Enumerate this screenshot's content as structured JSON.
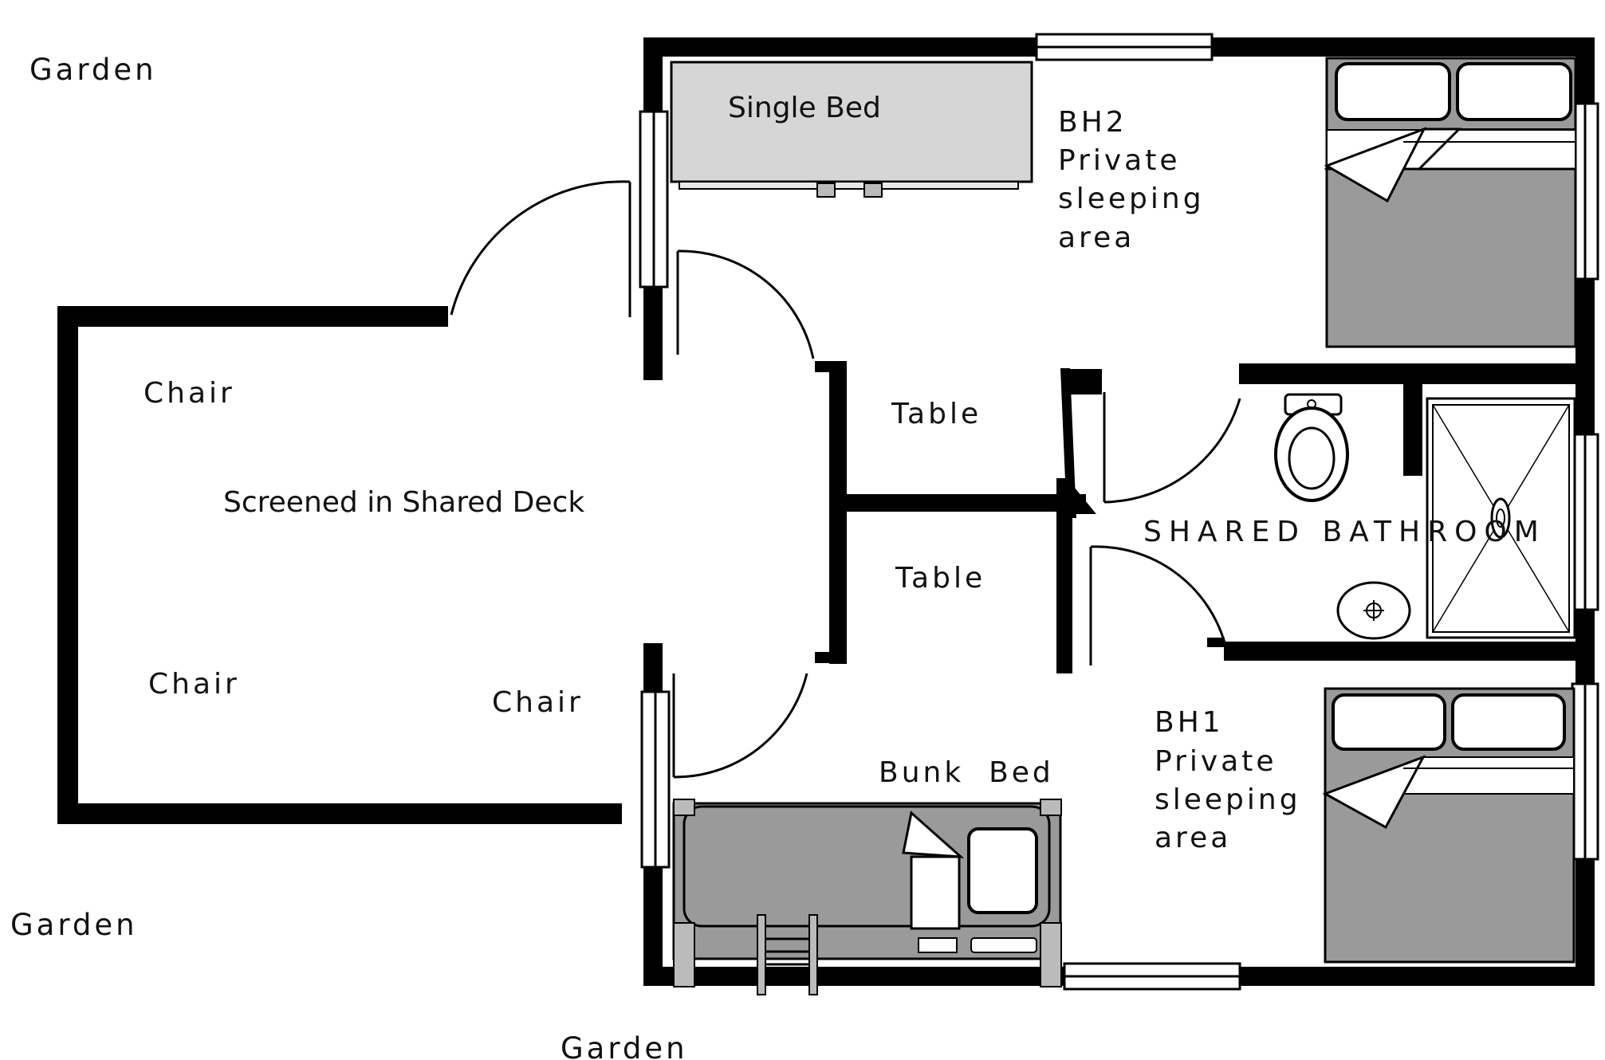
{
  "labels": {
    "garden_top_left": "Garden",
    "garden_bottom_left": "Garden",
    "garden_bottom": "Garden",
    "single_bed": "Single Bed",
    "bh2_lines": [
      "BH2",
      "Private",
      "sleeping",
      "area"
    ],
    "chair_top": "Chair",
    "screened_deck": "Screened in Shared Deck",
    "chair_bottom_left": "Chair",
    "chair_bottom_right": "Chair",
    "table_top": "Table",
    "table_bottom": "Table",
    "shared_bathroom": "SHARED BATHROOM",
    "bh1_lines": [
      "BH1",
      "Private",
      "sleeping",
      "area"
    ],
    "bunk_bed": "Bunk  Bed"
  },
  "colors": {
    "wall": "#000000",
    "furniture_gray": "#9a9a9a",
    "single_bed_fill": "#d6d6d6",
    "background": "#ffffff"
  }
}
